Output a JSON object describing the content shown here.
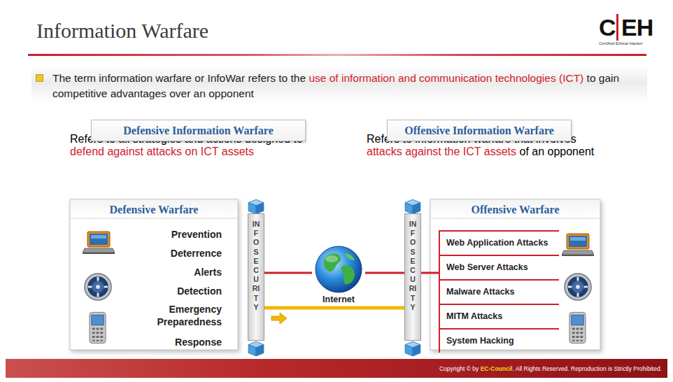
{
  "diagram": {
    "title": "Information Warfare",
    "nodes": [
      {
        "text": [
          "The term information warfare or InfoWar refers to the",
          "use of information and communication technologies (ICT)",
          "to gain competitive advantages over an opponent"
        ]
      },
      {
        "text": [
          "Defensive Information Warfare",
          "Refers to all strategies and actions designed to",
          "defend against attacks on ICT assets"
        ]
      },
      {
        "text": [
          "Offensive Information Warfare",
          "Refers to information warfare that involves",
          "attacks against the ICT assets",
          "of an opponent"
        ]
      },
      {
        "text": [
          "Defensive Warfare",
          "Prevention",
          "Deterrence",
          "Alerts",
          "Detection",
          "Emergency Preparedness",
          "Response"
        ]
      },
      {
        "text": [
          "INFO SECURITY"
        ]
      },
      {
        "text": [
          "Internet"
        ]
      },
      {
        "text": [
          "INFO SECURITY"
        ]
      },
      {
        "text": [
          "Offensive Warfare",
          "Web Application Attacks",
          "Web Server Attacks",
          "Malware Attacks",
          "MITM Attacks",
          "System Hacking"
        ]
      }
    ],
    "edges": [
      {
        "from": 4,
        "to": 5,
        "arrow": "none"
      },
      {
        "from": 5,
        "to": 6,
        "arrow": "none"
      },
      {
        "from": 6,
        "to": 4,
        "arrow": "none"
      },
      {
        "from": 6,
        "to": 7,
        "arrow": "none"
      }
    ],
    "labels": [
      "C",
      "EH",
      "Certified Ethical Hacker",
      "Copyright © by",
      "EC-Council",
      ". All Rights Reserved. Reproduction is Strictly Prohibited."
    ]
  }
}
